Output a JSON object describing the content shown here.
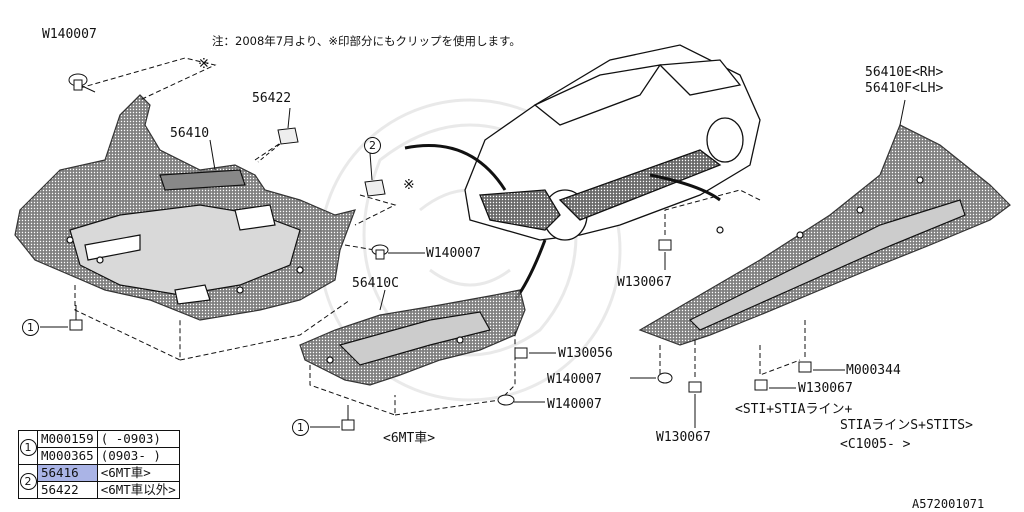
{
  "note": "注：2008年7月より、※印部分にもクリップを使用します。",
  "footer_code": "A572001071",
  "labels": {
    "w140007_top": "W140007",
    "p56422": "56422",
    "p56410": "56410",
    "p56410e": "56410E<RH>",
    "p56410f": "56410F<LH>",
    "w140007_mid": "W140007",
    "p56410c": "56410C",
    "w130067_a": "W130067",
    "w130056": "W130056",
    "w140007_b": "W140007",
    "w140007_c": "W140007",
    "m000344": "M000344",
    "w130067_b": "W130067",
    "w130067_c": "W130067",
    "cond_line1": "<STI+STIAライン+",
    "cond_line2": "STIAラインS+STITS>",
    "cond_line3": "<C1005-    >",
    "mt6": "<6MT車>",
    "asterisk1": "※",
    "asterisk2": "※"
  },
  "callouts": {
    "one": "1",
    "two": "2"
  },
  "key_table": {
    "group1_marker": "1",
    "group2_marker": "2",
    "rows": [
      {
        "part": "M000159",
        "cond": "(   -0903)"
      },
      {
        "part": "M000365",
        "cond": "(0903-   )"
      },
      {
        "part": "56416",
        "cond": "<6MT車>"
      },
      {
        "part": "56422",
        "cond": "<6MT車以外>"
      }
    ]
  },
  "colors": {
    "highlight": "#aab4e6",
    "line": "#111111",
    "hatch": "#444444"
  }
}
